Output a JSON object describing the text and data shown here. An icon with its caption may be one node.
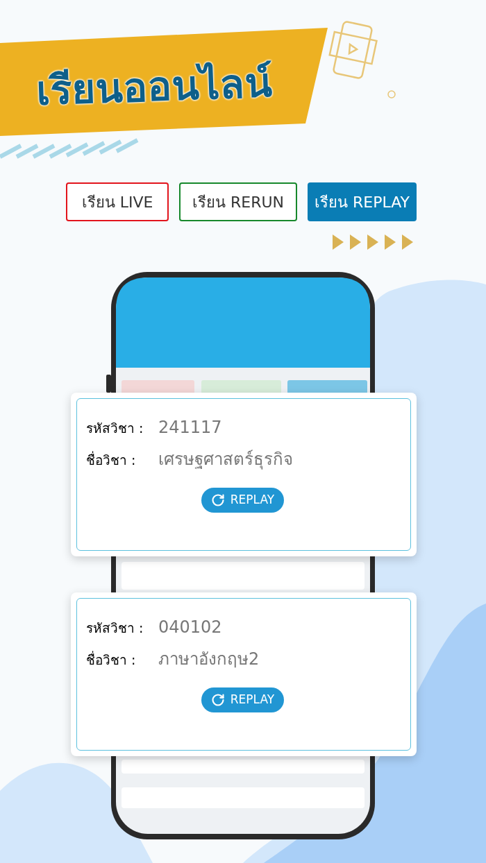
{
  "diagram": {
    "title": "เรียนออนไลน์",
    "nodes": [
      {
        "text": [
          "เรียน LIVE"
        ]
      },
      {
        "text": [
          "เรียน RERUN"
        ]
      },
      {
        "text": [
          "เรียน REPLAY"
        ]
      },
      {
        "text": [
          "รหัสวิชา :",
          "241117",
          "ชื่อวิชา :",
          "เศรษฐศาสตร์ธุรกิจ"
        ]
      },
      {
        "text": [
          "REPLAY"
        ],
        "in": 3
      },
      {
        "text": [
          "รหัสวิชา :",
          "040102",
          "ชื่อวิชา :",
          "ภาษาอังกฤษ2"
        ]
      },
      {
        "text": [
          "REPLAY"
        ],
        "in": 5
      }
    ]
  }
}
